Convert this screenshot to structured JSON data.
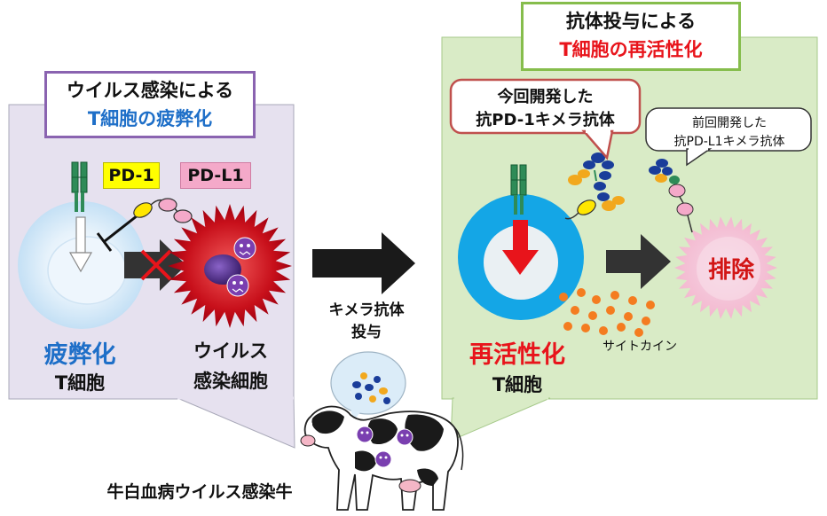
{
  "left_title": {
    "line1": "ウイルス感染による",
    "line2": "T細胞の疲弊化"
  },
  "right_title": {
    "line1": "抗体投与による",
    "line2": "T細胞の再活性化"
  },
  "tags": {
    "pd1": "PD-1",
    "pdl1": "PD-L1"
  },
  "left_labels": {
    "exhausted": "疲弊化",
    "tcell": "T細胞",
    "infected1": "ウイルス",
    "infected2": "感染細胞"
  },
  "middle_labels": {
    "line1": "キメラ抗体",
    "line2": "投与"
  },
  "right_labels": {
    "reactivated": "再活性化",
    "tcell": "T細胞",
    "cytokine": "サイトカイン",
    "elimination": "排除"
  },
  "bubbles": {
    "new_antibody": {
      "line1": "今回開発した",
      "line2": "抗PD-1キメラ抗体"
    },
    "old_antibody": {
      "line1": "前回開発した",
      "line2": "抗PD-L1キメラ抗体"
    }
  },
  "cow_label": "牛白血病ウイルス感染牛",
  "colors": {
    "left_panel": "#e6e1ef",
    "right_panel": "#d9ebc6",
    "left_border": "#8a63b0",
    "right_border": "#86bd4c",
    "tcell_blue": "#14a6e6",
    "arrow_red": "#e8141b",
    "blue_text": "#1e6fc8"
  }
}
